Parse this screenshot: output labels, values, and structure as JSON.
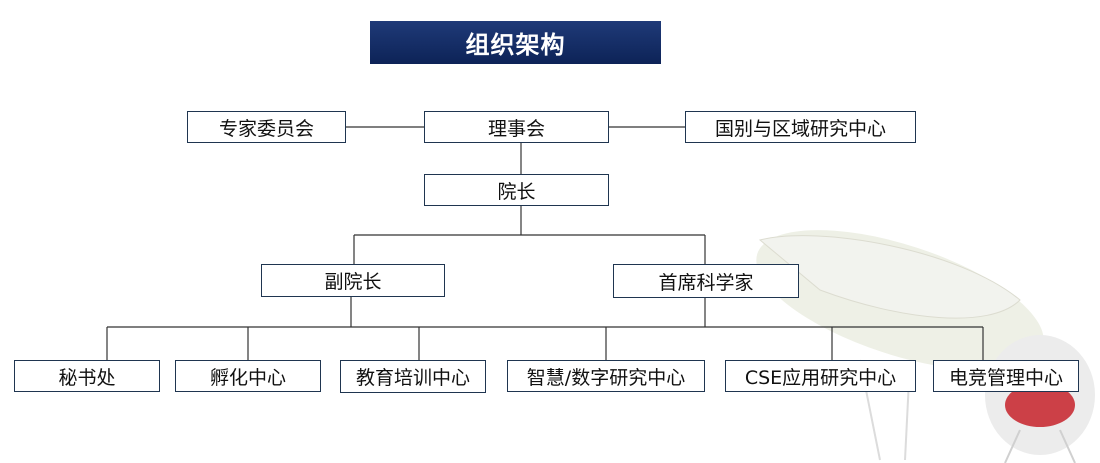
{
  "title": "组织架构",
  "nodes": {
    "board": "理事会",
    "expert_committee": "专家委员会",
    "country_region_center": "国别与区域研究中心",
    "president": "院长",
    "vice_president": "副院长",
    "chief_scientist": "首席科学家",
    "secretariat": "秘书处",
    "incubation_center": "孵化中心",
    "education_training_center": "教育培训中心",
    "smart_digital_center": "智慧/数字研究中心",
    "cse_center": "CSE应用研究中心",
    "esports_center": "电竞管理中心"
  },
  "colors": {
    "title_bg": "#0d2357",
    "border": "#1f3550",
    "line": "#333333"
  }
}
